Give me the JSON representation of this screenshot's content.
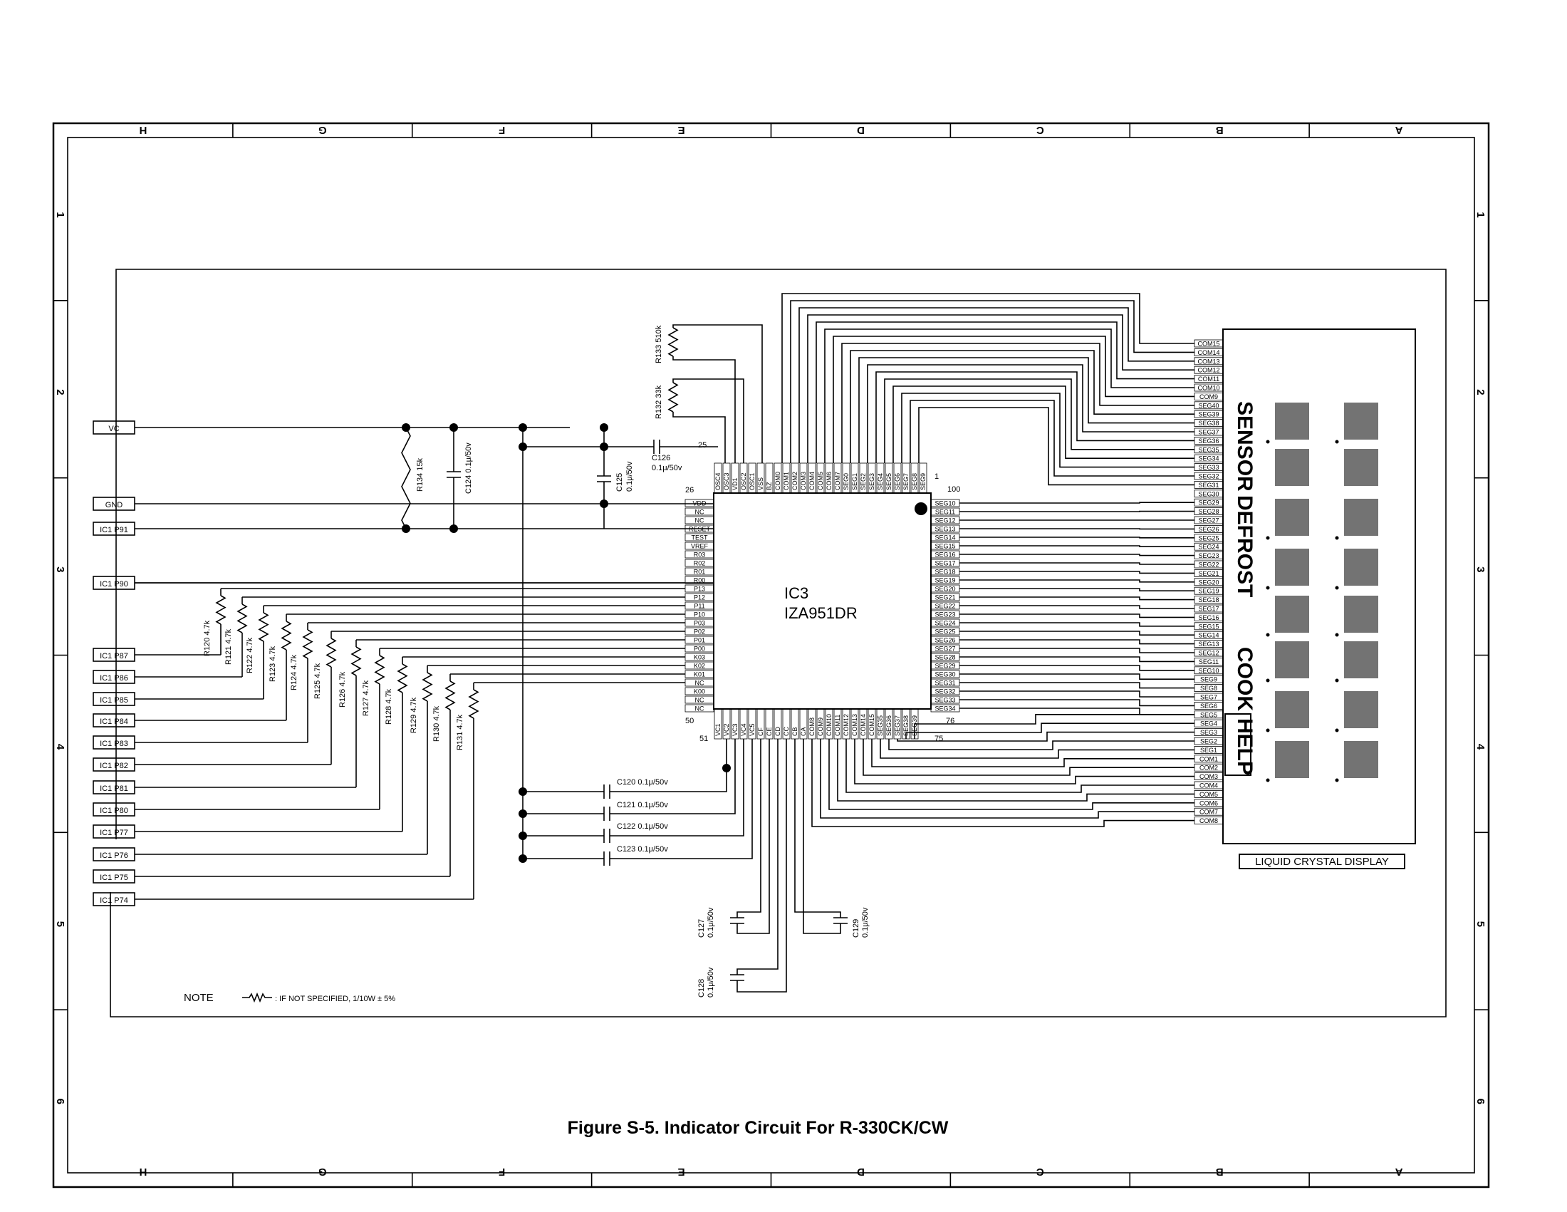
{
  "zones_cols": [
    "H",
    "G",
    "F",
    "E",
    "D",
    "C",
    "B",
    "A"
  ],
  "zones_rows": [
    "1",
    "2",
    "3",
    "4",
    "5",
    "6"
  ],
  "ic": {
    "ref": "IC3",
    "part": "IZA951DR",
    "pins": [
      "1",
      "25",
      "26",
      "50",
      "51",
      "75",
      "76",
      "100"
    ]
  },
  "connector_pins": [
    "VC",
    "GND",
    "IC1 P91",
    "IC1 P90",
    "IC1 P87",
    "IC1 P86",
    "IC1 P85",
    "IC1 P84",
    "IC1 P83",
    "IC1 P82",
    "IC1 P81",
    "IC1 P80",
    "IC1 P77",
    "IC1 P76",
    "IC1 P75",
    "IC1 P74"
  ],
  "ic_left_pins": [
    "VDD",
    "NC",
    "NC",
    "RESET",
    "TEST",
    "VREF",
    "R03",
    "R02",
    "R01",
    "R00",
    "P13",
    "P12",
    "P11",
    "P10",
    "P03",
    "P02",
    "P01",
    "P00",
    "K03",
    "K02",
    "K01",
    "NC",
    "K00",
    "NC",
    "NC"
  ],
  "ic_top_pins": [
    "OSC4",
    "OSC3",
    "VD1",
    "OSC2",
    "OSC1",
    "VSS",
    "BZ",
    "COM0",
    "COM1",
    "COM2",
    "COM3",
    "COM4",
    "COM5",
    "COM6",
    "COM7",
    "SEG0",
    "SEG1",
    "SEG2",
    "SEG3",
    "SEG4",
    "SEG5",
    "SEG6",
    "SEG7",
    "SEG8",
    "SEG9"
  ],
  "ic_right_pins": [
    "SEG10",
    "SEG11",
    "SEG12",
    "SEG13",
    "SEG14",
    "SEG15",
    "SEG16",
    "SEG17",
    "SEG18",
    "SEG19",
    "SEG20",
    "SEG21",
    "SEG22",
    "SEG23",
    "SEG24",
    "SEG25",
    "SEG26",
    "SEG27",
    "SEG28",
    "SEG29",
    "SEG30",
    "SEG31",
    "SEG32",
    "SEG33",
    "SEG34"
  ],
  "ic_bottom_pins": [
    "VC1",
    "VC2",
    "VC3",
    "VC4",
    "VC5",
    "CF",
    "CE",
    "CD",
    "CC",
    "CB",
    "CA",
    "COM8",
    "COM9",
    "COM10",
    "COM11",
    "COM12",
    "COM13",
    "COM14",
    "COM15",
    "SEG35",
    "SEG36",
    "SEG37",
    "SEG38",
    "SEG39"
  ],
  "lcd_pins": [
    "COM15",
    "COM14",
    "COM13",
    "COM12",
    "COM11",
    "COM10",
    "COM9",
    "SEG40",
    "SEG39",
    "SEG38",
    "SEG37",
    "SEG36",
    "SEG35",
    "SEG34",
    "SEG33",
    "SEG32",
    "SEG31",
    "SEG30",
    "SEG29",
    "SEG28",
    "SEG27",
    "SEG26",
    "SEG25",
    "SEG24",
    "SEG23",
    "SEG22",
    "SEG21",
    "SEG20",
    "SEG19",
    "SEG18",
    "SEG17",
    "SEG16",
    "SEG15",
    "SEG14",
    "SEG13",
    "SEG12",
    "SEG11",
    "SEG10",
    "SEG9",
    "SEG8",
    "SEG7",
    "SEG6",
    "SEG5",
    "SEG4",
    "SEG3",
    "SEG2",
    "SEG1",
    "COM1",
    "COM2",
    "COM3",
    "COM4",
    "COM5",
    "COM6",
    "COM7",
    "COM8"
  ],
  "resistors_ladder": [
    "R120 4.7k",
    "R121 4.7k",
    "R122 4.7k",
    "R123 4.7k",
    "R124 4.7k",
    "R125 4.7k",
    "R126 4.7k",
    "R127 4.7k",
    "R128 4.7k",
    "R129 4.7k",
    "R130 4.7k",
    "R131 4.7k"
  ],
  "components": {
    "r133": "R133 510k",
    "r132": "R132 33k",
    "r134": "R134 15k",
    "c124": "C124 0.1μ/50v",
    "c125a": "C125",
    "c125b": "0.1μ/50v",
    "c126a": "C126",
    "c126b": "0.1μ/50v",
    "c120": "C120  0.1μ/50v",
    "c121": "C121  0.1μ/50v",
    "c122": "C122  0.1μ/50v",
    "c123": "C123  0.1μ/50v",
    "c127a": "C127",
    "c127b": "0.1μ/50v",
    "c128a": "C128",
    "c128b": "0.1μ/50v",
    "c129a": "C129",
    "c129b": "0.1μ/50v"
  },
  "lcd": {
    "sensor": "SENSOR",
    "defrost": "DEFROST",
    "cook": "COOK",
    "help": "HELP",
    "label": "LIQUID CRYSTAL DISPLAY"
  },
  "note": {
    "label": "NOTE",
    "text": ": IF NOT SPECIFIED, 1/10W ± 5%"
  },
  "caption": "Figure S-5. Indicator Circuit  For R-330CK/CW"
}
